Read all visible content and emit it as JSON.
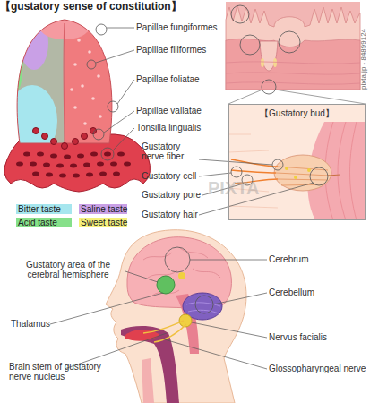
{
  "diagram": {
    "title": "【gustatory sense of constitution】",
    "nodes": [
      {
        "text": [
          "【Gustatory bud】"
        ]
      }
    ],
    "labels": [
      "Papillae fungiformes",
      "Papillae filiformes",
      "Papillae foliatae",
      "Papillae vallatae",
      "Tonsilla lingualis",
      "pixta.jp - 84899124",
      "Gustatory nerve fiber",
      "Gustatory cell",
      "Gustatory pore",
      "Gustatory hair",
      "PIXTA",
      "Cerebrum",
      "Gustatory area of the cerebral hemisphere",
      "Cerebellum",
      "Thalamus",
      "Nervus facialis",
      "Brain stem of gustatory nerve nucleus",
      "Glossopharyngeal nerve"
    ],
    "legend": [
      {
        "text": "Bitter taste",
        "color": "#a6e6ee"
      },
      {
        "text": "Saline taste",
        "color": "#c9a0e6"
      },
      {
        "text": "Acid taste",
        "color": "#86e08a"
      },
      {
        "text": "Sweet taste",
        "color": "#f6f07c"
      }
    ]
  }
}
